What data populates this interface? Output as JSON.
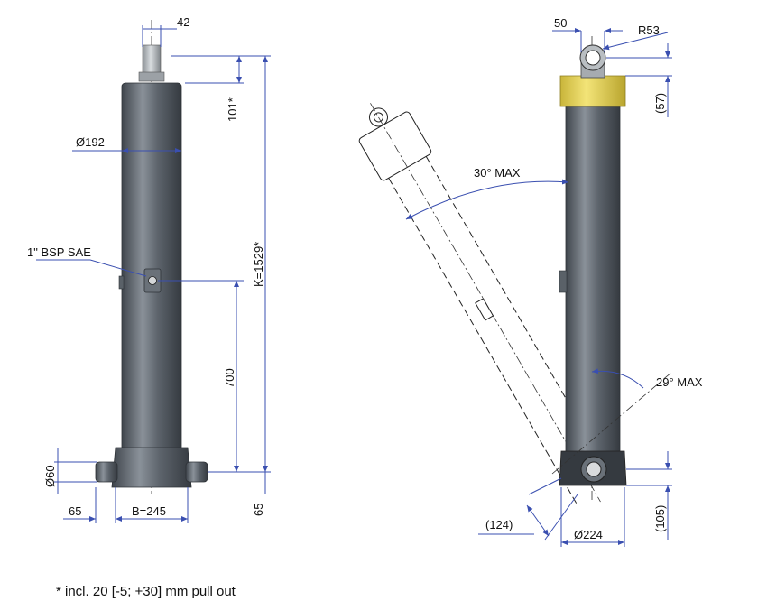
{
  "labels": {
    "rod_width": "42",
    "barrel_diameter": "Ø192",
    "port": "1\" BSP SAE",
    "stroke_height": "101*",
    "total_length": "K=1529*",
    "port_height": "700",
    "pin_diameter": "Ø60",
    "side_offset": "65",
    "base_width": "B=245",
    "bottom_offset": "65",
    "eye_width": "50",
    "eye_radius": "R53",
    "eye_height": "(57)",
    "tilt_angle": "30° MAX",
    "swing_angle": "29° MAX",
    "eye_offset": "(124)",
    "bottom_diameter": "Ø224",
    "bottom_height": "(105)"
  },
  "footnote": "* incl. 20 [-5; +30] mm pull out",
  "colors": {
    "barrel": "#5d646c",
    "barrel_light": "#8a9199",
    "barrel_dark": "#3f454c",
    "rod": "#b9bec2",
    "collar": "#e9d84a",
    "dimension_line": "#3a4fb0"
  }
}
